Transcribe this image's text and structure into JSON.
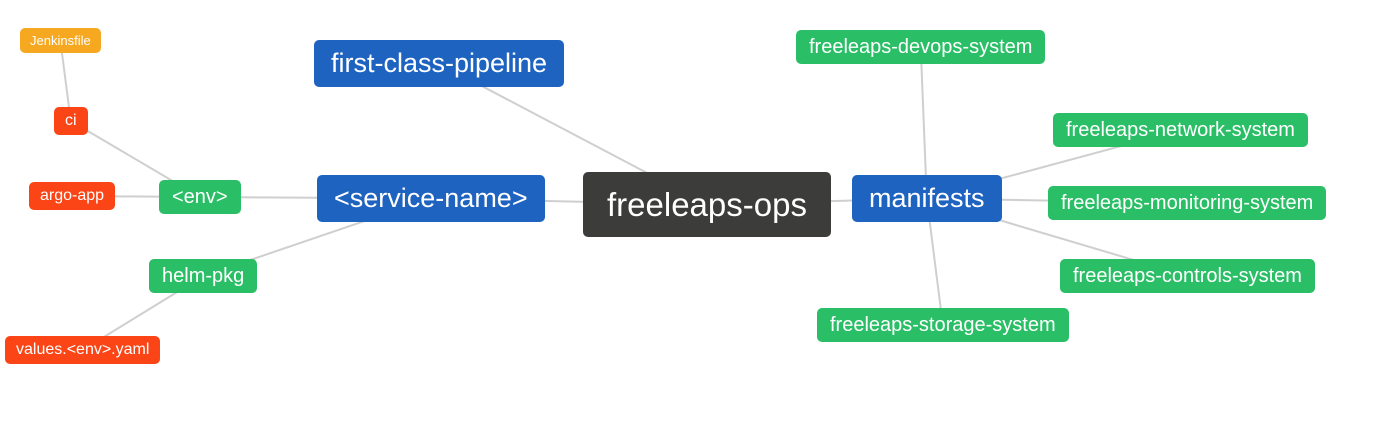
{
  "diagram": {
    "title": "freeleaps-ops mindmap",
    "nodes": {
      "root": {
        "label": "freeleaps-ops"
      },
      "first_class_pipeline": {
        "label": "first-class-pipeline"
      },
      "service_name": {
        "label": "<service-name>"
      },
      "manifests": {
        "label": "manifests"
      },
      "env": {
        "label": "<env>"
      },
      "helm_pkg": {
        "label": "helm-pkg"
      },
      "ci": {
        "label": "ci"
      },
      "argo_app": {
        "label": "argo-app"
      },
      "jenkinsfile": {
        "label": "Jenkinsfile"
      },
      "values_env_yaml": {
        "label": "values.<env>.yaml"
      },
      "devops_system": {
        "label": "freeleaps-devops-system"
      },
      "network_system": {
        "label": "freeleaps-network-system"
      },
      "monitoring_system": {
        "label": "freeleaps-monitoring-system"
      },
      "controls_system": {
        "label": "freeleaps-controls-system"
      },
      "storage_system": {
        "label": "freeleaps-storage-system"
      }
    },
    "edges": [
      {
        "from": "jenkinsfile",
        "to": "ci"
      },
      {
        "from": "ci",
        "to": "env"
      },
      {
        "from": "argo_app",
        "to": "env"
      },
      {
        "from": "env",
        "to": "service_name"
      },
      {
        "from": "values_env_yaml",
        "to": "helm_pkg"
      },
      {
        "from": "helm_pkg",
        "to": "service_name"
      },
      {
        "from": "service_name",
        "to": "root"
      },
      {
        "from": "first_class_pipeline",
        "to": "root"
      },
      {
        "from": "root",
        "to": "manifests"
      },
      {
        "from": "manifests",
        "to": "devops_system"
      },
      {
        "from": "manifests",
        "to": "network_system"
      },
      {
        "from": "manifests",
        "to": "monitoring_system"
      },
      {
        "from": "manifests",
        "to": "controls_system"
      },
      {
        "from": "manifests",
        "to": "storage_system"
      }
    ],
    "colors": {
      "blue": "#1e63c0",
      "green": "#2abf66",
      "red": "#fb4516",
      "amber": "#f6a821",
      "dark": "#3c3c3a",
      "edge": "#cfcfcf"
    }
  }
}
